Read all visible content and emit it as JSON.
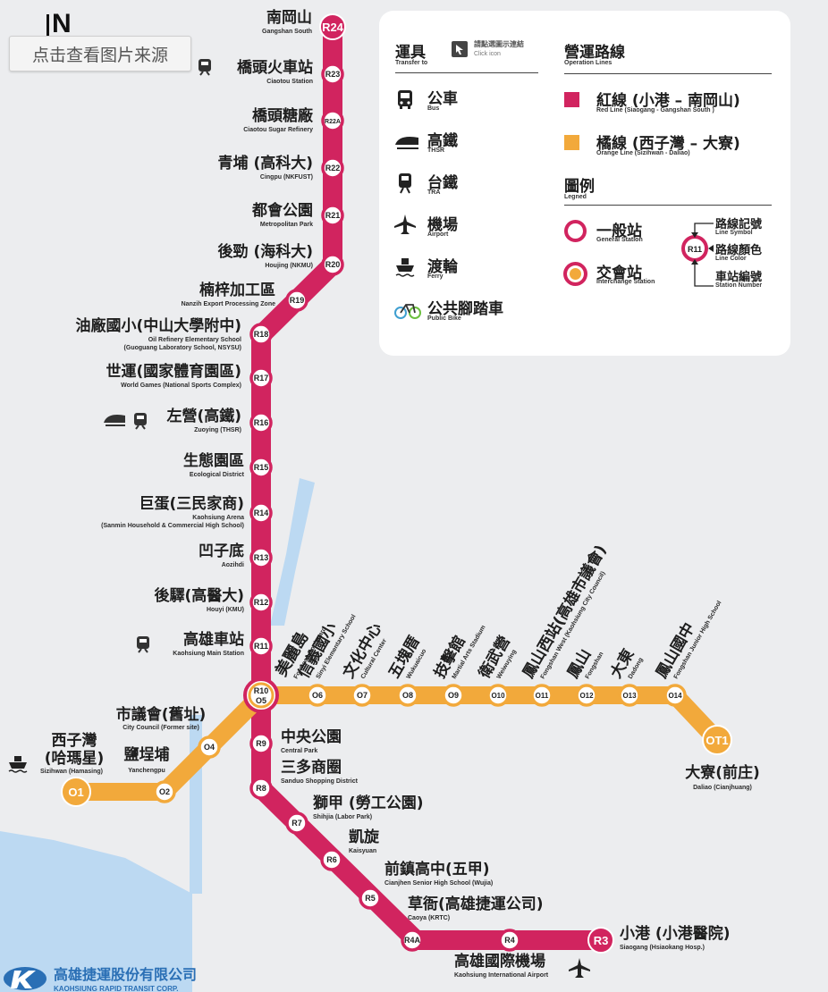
{
  "source_button": "点击查看图片来源",
  "compass_letter": "N",
  "colors": {
    "red_line": "#d1245f",
    "orange_line": "#f2a93b",
    "water": "#bcd9f2",
    "background": "#ecedef"
  },
  "panel": {
    "transfer_title": "運具",
    "transfer_title_en": "Transfer to",
    "click_hint": "請點選圖示連結",
    "click_hint_en": "Click icon",
    "transfers": [
      {
        "icon": "bus-icon",
        "zh": "公車",
        "en": "Bus"
      },
      {
        "icon": "thsr-icon",
        "zh": "高鐵",
        "en": "THSR"
      },
      {
        "icon": "tra-icon",
        "zh": "台鐵",
        "en": "TRA"
      },
      {
        "icon": "airport-icon",
        "zh": "機場",
        "en": "Airport"
      },
      {
        "icon": "ferry-icon",
        "zh": "渡輪",
        "en": "Ferry"
      },
      {
        "icon": "bike-icon",
        "zh": "公共腳踏車",
        "en": "Public Bike"
      }
    ],
    "lines_title": "營運路線",
    "lines_title_en": "Operation Lines",
    "lines": [
      {
        "color": "#d1245f",
        "zh": "紅線 (小港 – 南岡山)",
        "en": "Red Line (Siaogang - Gangshan South )"
      },
      {
        "color": "#f2a93b",
        "zh": "橘線 (西子灣 – 大寮)",
        "en": "Orange Line (Sizihwan - Daliao)"
      }
    ],
    "legend_title": "圖例",
    "legend_title_en": "Legned",
    "general_station": "一般站",
    "general_station_en": "General Station",
    "interchange_station": "交會站",
    "interchange_station_en": "Interchange Station",
    "sample_code": "R11",
    "line_symbol": "路線記號",
    "line_symbol_en": "Line Symbol",
    "line_color": "路線顏色",
    "line_color_en": "Line Color",
    "station_number": "車站編號",
    "station_number_en": "Station Number"
  },
  "red_stations": [
    {
      "code": "R24",
      "zh": "南岡山",
      "en": "Gangshan South"
    },
    {
      "code": "R23",
      "zh": "橋頭火車站",
      "en": "Ciaotou Station"
    },
    {
      "code": "R22A",
      "zh": "橋頭糖廠",
      "en": "Ciaotou Sugar Refinery"
    },
    {
      "code": "R22",
      "zh": "青埔 (高科大)",
      "en": "Cingpu (NKFUST)"
    },
    {
      "code": "R21",
      "zh": "都會公園",
      "en": "Metropolitan Park"
    },
    {
      "code": "R20",
      "zh": "後勁 (海科大)",
      "en": "Houjing (NKMU)"
    },
    {
      "code": "R19",
      "zh": "楠梓加工區",
      "en": "Nanzih Export Processing Zone"
    },
    {
      "code": "R18",
      "zh": "油廠國小(中山大學附中)",
      "en": "Oil Refinery Elementary School",
      "en2": "(Guoguang Laboratory School, NSYSU)"
    },
    {
      "code": "R17",
      "zh": "世運(國家體育園區)",
      "en": "World Games (National Sports Complex)"
    },
    {
      "code": "R16",
      "zh": "左營(高鐵)",
      "en": "Zuoying (THSR)"
    },
    {
      "code": "R15",
      "zh": "生態園區",
      "en": "Ecological District"
    },
    {
      "code": "R14",
      "zh": "巨蛋(三民家商)",
      "en": "Kaohsiung Arena",
      "en2": "(Sanmin Household & Commercial High School)"
    },
    {
      "code": "R13",
      "zh": "凹子底",
      "en": "Aozihdi"
    },
    {
      "code": "R12",
      "zh": "後驛(高醫大)",
      "en": "Houyi (KMU)"
    },
    {
      "code": "R11",
      "zh": "高雄車站",
      "en": "Kaohsiung Main Station"
    },
    {
      "code": "R10",
      "code2": "O5",
      "zh": "美麗島",
      "en": "Formosa Boulevard"
    },
    {
      "code": "R9",
      "zh": "中央公園",
      "en": "Central Park"
    },
    {
      "code": "R8",
      "zh": "三多商圈",
      "en": "Sanduo Shopping District"
    },
    {
      "code": "R7",
      "zh": "獅甲 (勞工公園)",
      "en": "Shihjia (Labor Park)"
    },
    {
      "code": "R6",
      "zh": "凱旋",
      "en": "Kaisyuan"
    },
    {
      "code": "R5",
      "zh": "前鎮高中(五甲)",
      "en": "Cianjhen Senior High School (Wujia)"
    },
    {
      "code": "R4A",
      "zh": "草衙(高雄捷運公司)",
      "en": "Caoya (KRTC)"
    },
    {
      "code": "R4",
      "zh": "高雄國際機場",
      "en": "Kaohsiung International Airport"
    },
    {
      "code": "R3",
      "zh": "小港 (小港醫院)",
      "en": "Siaogang (Hsiaokang Hosp.)"
    }
  ],
  "orange_stations": [
    {
      "code": "O1",
      "zh": "西子灣",
      "zh2": "(哈瑪星)",
      "en": "Sizihwan (Hamasing)"
    },
    {
      "code": "O2",
      "zh": "鹽埕埔",
      "en": "Yanchengpu"
    },
    {
      "code": "O4",
      "zh": "市議會(舊址)",
      "en": "City Council (Former site)"
    },
    {
      "code": "O6",
      "zh": "信義國小",
      "en": "Sinyi Elementary School"
    },
    {
      "code": "O7",
      "zh": "文化中心",
      "en": "Cultural Center"
    },
    {
      "code": "O8",
      "zh": "五塊厝",
      "en": "Wukuaicuo"
    },
    {
      "code": "O9",
      "zh": "技擊館",
      "en": "Martial Arts Stadium"
    },
    {
      "code": "O10",
      "zh": "衛武營",
      "en": "Weiwuying"
    },
    {
      "code": "O11",
      "zh": "鳳山西站(高雄市議會)",
      "en": "Fongshan West (Kaohsiung City Council)"
    },
    {
      "code": "O12",
      "zh": "鳳山",
      "en": "Fongshan"
    },
    {
      "code": "O13",
      "zh": "大東",
      "en": "Dadong"
    },
    {
      "code": "O14",
      "zh": "鳳山國中",
      "en": "Fongshan Junior High School"
    },
    {
      "code": "OT1",
      "zh": "大寮(前庄)",
      "en": "Daliao (Cianjhuang)"
    }
  ],
  "company": {
    "zh": "高雄捷運股份有限公司",
    "en": "KAOHSIUNG RAPID TRANSIT CORP."
  }
}
